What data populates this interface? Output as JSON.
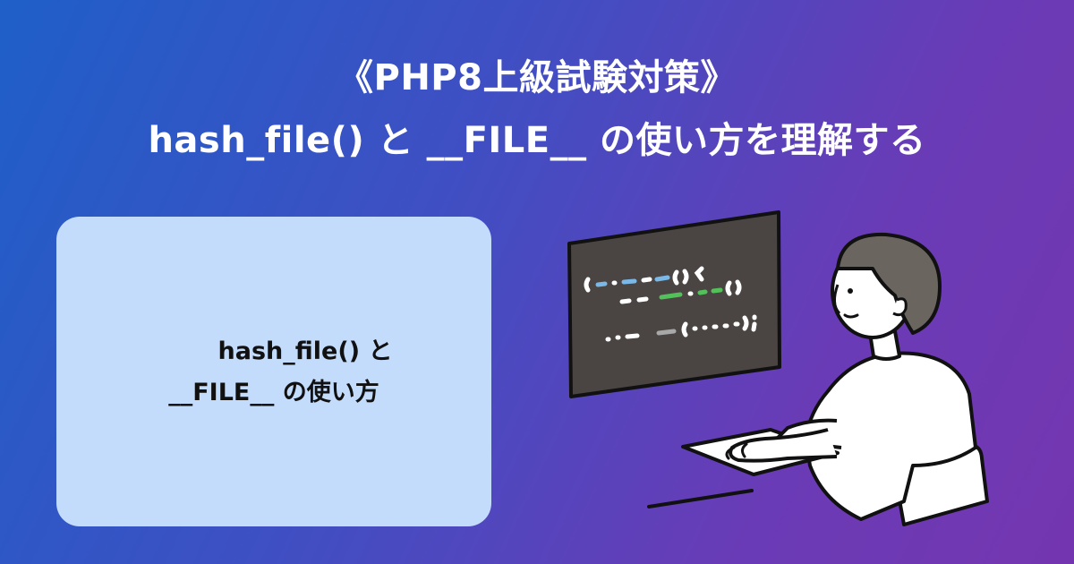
{
  "title": {
    "line1": "《PHP8上級試験対策》",
    "line2": "hash_file() と __FILE__ の使い方を理解する"
  },
  "card": {
    "line1": "hash_file() と",
    "line2": "__FILE__ の使い方"
  },
  "colors": {
    "gradient_start": "#1f5fc8",
    "gradient_end": "#7436b0",
    "card_bg": "#c4dcfb",
    "monitor": "#4a4542",
    "code_blue": "#7ab8e8",
    "code_green": "#52c15a",
    "code_gray": "#a8a8a8"
  },
  "illustration": {
    "icon": "person-at-computer-icon"
  }
}
